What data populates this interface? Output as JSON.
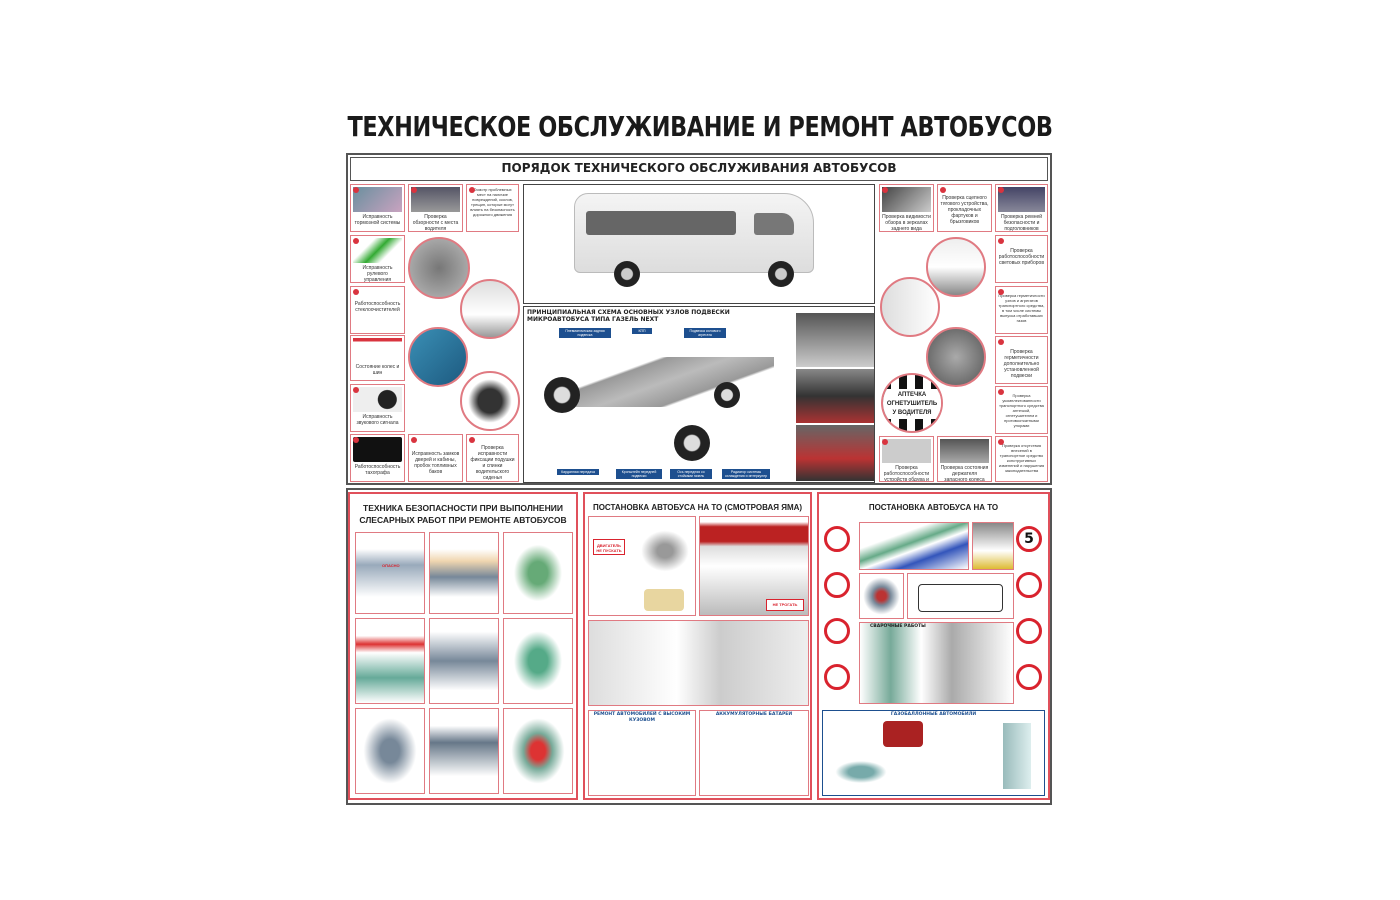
{
  "title": "ТЕХНИЧЕСКОЕ ОБСЛУЖИВАНИЕ И РЕМОНТ АВТОБУСОВ",
  "top_section": {
    "header": "ПОРЯДОК ТЕХНИЧЕСКОГО ОБСЛУЖИВАНИЯ АВТОБУСОВ",
    "left_items": [
      "Исправность тормозной системы",
      "Проверка обзорности с места водителя",
      "Осмотр проблемных мест на наличие повреждений, сколов, трещин, которые могут влиять на безопасность дорожного движения",
      "Исправность рулевого управления",
      "Работоспособность стеклоочистителей",
      "Состояние колес и шин",
      "Исправность звукового сигнала",
      "Работоспособность тахографа",
      "Исправность замков дверей и кабины, пробок топливных баков",
      "Проверка исправности фиксации подушки и спинки водительского сиденья"
    ],
    "right_items": [
      "Проверка видимости обзора в зеркалах заднего вида",
      "Проверка сцепного тягового устройства, прокладочных фартуков и брызговиков",
      "Проверка ремней безопасности и подголовников",
      "Проверка работоспособности световых приборов",
      "Проверка герметичности узлов и агрегатов транспортного средства, в том числе системы выпуска отработавших газов",
      "Проверка герметичности дополнительно установленной подвески",
      "Проверка укомплектованности транспортного средства аптечкой, огнетушителем и противооткатными упорами",
      "Проверка работоспособности устройств обдува и обогрева стекол",
      "Проверка состояния держателя запасного колеса",
      "Проверка отсутствия внесений в транспортное средство конструктивных изменений и нарушения законодательства"
    ],
    "badge": {
      "line1": "АПТЕЧКА",
      "line2": "ОГНЕТУШИТЕЛЬ",
      "line3": "У ВОДИТЕЛЯ"
    },
    "schema": {
      "title": "ПРИНЦИПИАЛЬНАЯ СХЕМА ОСНОВНЫХ УЗЛОВ ПОДВЕСКИ МИКРОАВТОБУСА ТИПА ГАЗЕЛЬ NEXT",
      "tags": [
        "Пневматическая задняя подвеска",
        "КПП",
        "Подвеска силового агрегата",
        "Карданная передача",
        "Кронштейн передней подвески",
        "Ось передняя со стойками газель",
        "Радиатор системы охлаждения и интеркулер"
      ]
    }
  },
  "panels": [
    {
      "title_line1": "ТЕХНИКА БЕЗОПАСНОСТИ ПРИ ВЫПОЛНЕНИИ",
      "title_line2": "СЛЕСАРНЫХ РАБОТ ПРИ РЕМОНТЕ АВТОБУСОВ",
      "warning": "ОПАСНО"
    },
    {
      "title": "ПОСТАНОВКА АВТОБУСА НА ТО (СМОТРОВАЯ ЯМА)",
      "sign1": "ДВИГАТЕЛЬ НЕ ПУСКАТЬ",
      "sign2": "НЕ ТРОГАТЬ",
      "sub1": "РЕМОНТ АВТОМОБИЛЕЙ С ВЫСОКИМ КУЗОВОМ",
      "sub2": "АККУМУЛЯТОРНЫЕ БАТАРЕИ"
    },
    {
      "title": "ПОСТАНОВКА АВТОБУСА НА ТО",
      "speed_sign": "5",
      "sub1": "СВАРОЧНЫЕ РАБОТЫ",
      "sub2": "ГАЗОБАЛЛОННЫЕ АВТОМОБИЛИ"
    }
  ],
  "colors": {
    "accent": "#d9232e",
    "border": "#e07a82",
    "tag": "#1d4f8f"
  }
}
